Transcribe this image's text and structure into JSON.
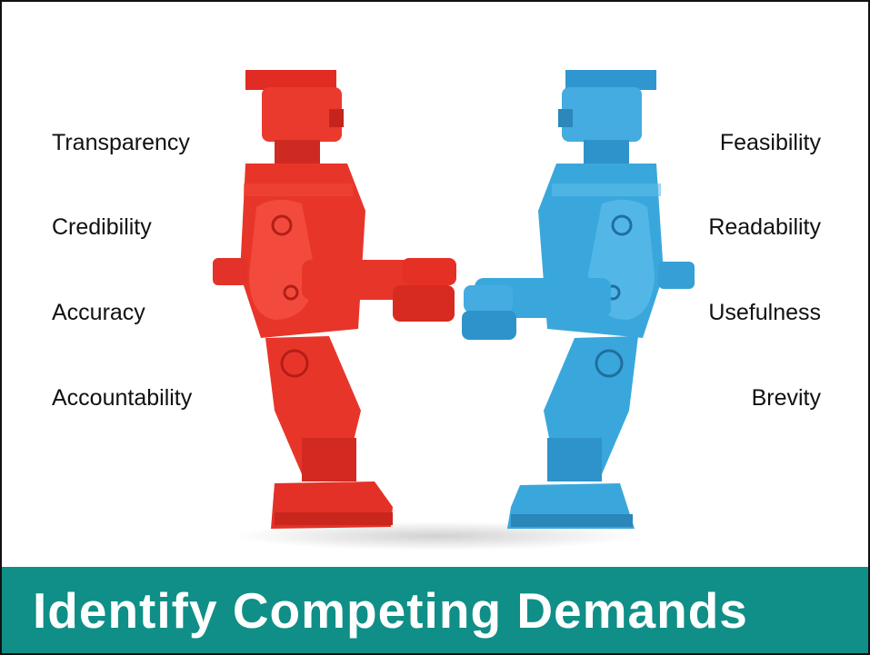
{
  "left_words": [
    "Transparency",
    "Credibility",
    "Accuracy",
    "Accountability"
  ],
  "right_words": [
    "Feasibility",
    "Readability",
    "Usefulness",
    "Brevity"
  ],
  "title": "Identify Competing Demands",
  "colors": {
    "banner": "#0f8f87",
    "red_robot": "#e8352a",
    "blue_robot": "#3aa7dc"
  },
  "image": {
    "subject": "red-and-blue-toy-boxing-robots-icon"
  }
}
